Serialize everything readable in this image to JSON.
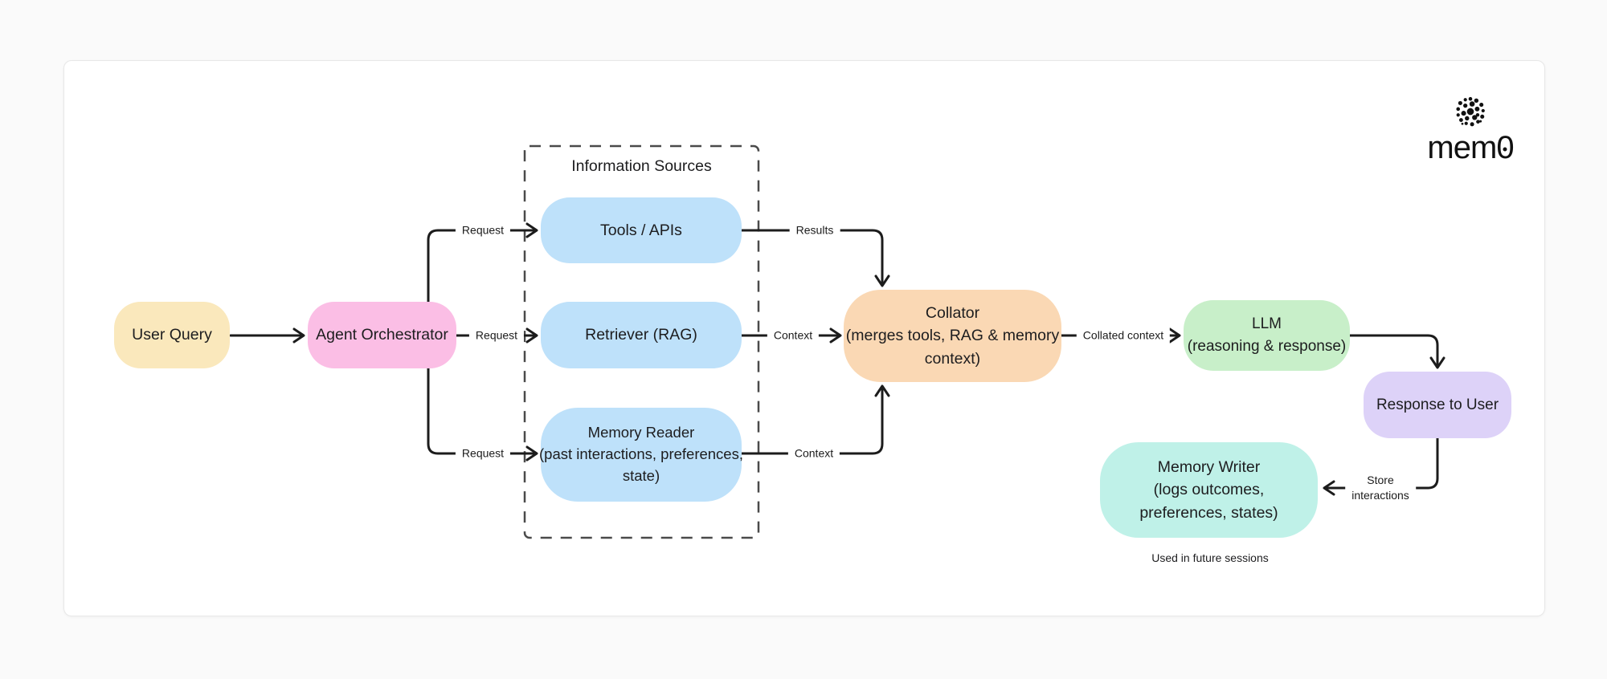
{
  "brand": {
    "prefix": "mem",
    "suffix": "0",
    "icon": "dots-burst-icon",
    "color": "#111111"
  },
  "diagram": {
    "group_title": "Information Sources",
    "arrow_color": "#1c1c1c",
    "dashed_border_color": "#4a4a4a",
    "nodes": {
      "user_query": {
        "label": "User Query",
        "fill": "#FAE8BC"
      },
      "agent_orchestrator": {
        "label": "Agent Orchestrator",
        "fill": "#FBBEE5"
      },
      "tools_apis": {
        "label": "Tools / APIs",
        "fill": "#BEE1FA"
      },
      "retriever": {
        "label": "Retriever (RAG)",
        "fill": "#BEE1FA"
      },
      "memory_reader": {
        "label": "Memory Reader\n(past interactions, preferences,\nstate)",
        "fill": "#BEE1FA"
      },
      "collator": {
        "label": "Collator\n(merges tools, RAG & memory\ncontext)",
        "fill": "#FAD8B4"
      },
      "llm": {
        "label": "LLM\n(reasoning & response)",
        "fill": "#C8EFC9"
      },
      "response_to_user": {
        "label": "Response to User",
        "fill": "#DDD2F8"
      },
      "memory_writer": {
        "label": "Memory Writer\n(logs outcomes,\npreferences, states)",
        "fill": "#BFF1E8"
      }
    },
    "edge_labels": {
      "request_tools": "Request",
      "request_retriever": "Request",
      "request_memory": "Request",
      "results": "Results",
      "context_retriever": "Context",
      "context_memory": "Context",
      "collated_context": "Collated context",
      "store_interactions": "Store\ninteractions"
    },
    "footnote": "Used in future sessions"
  }
}
